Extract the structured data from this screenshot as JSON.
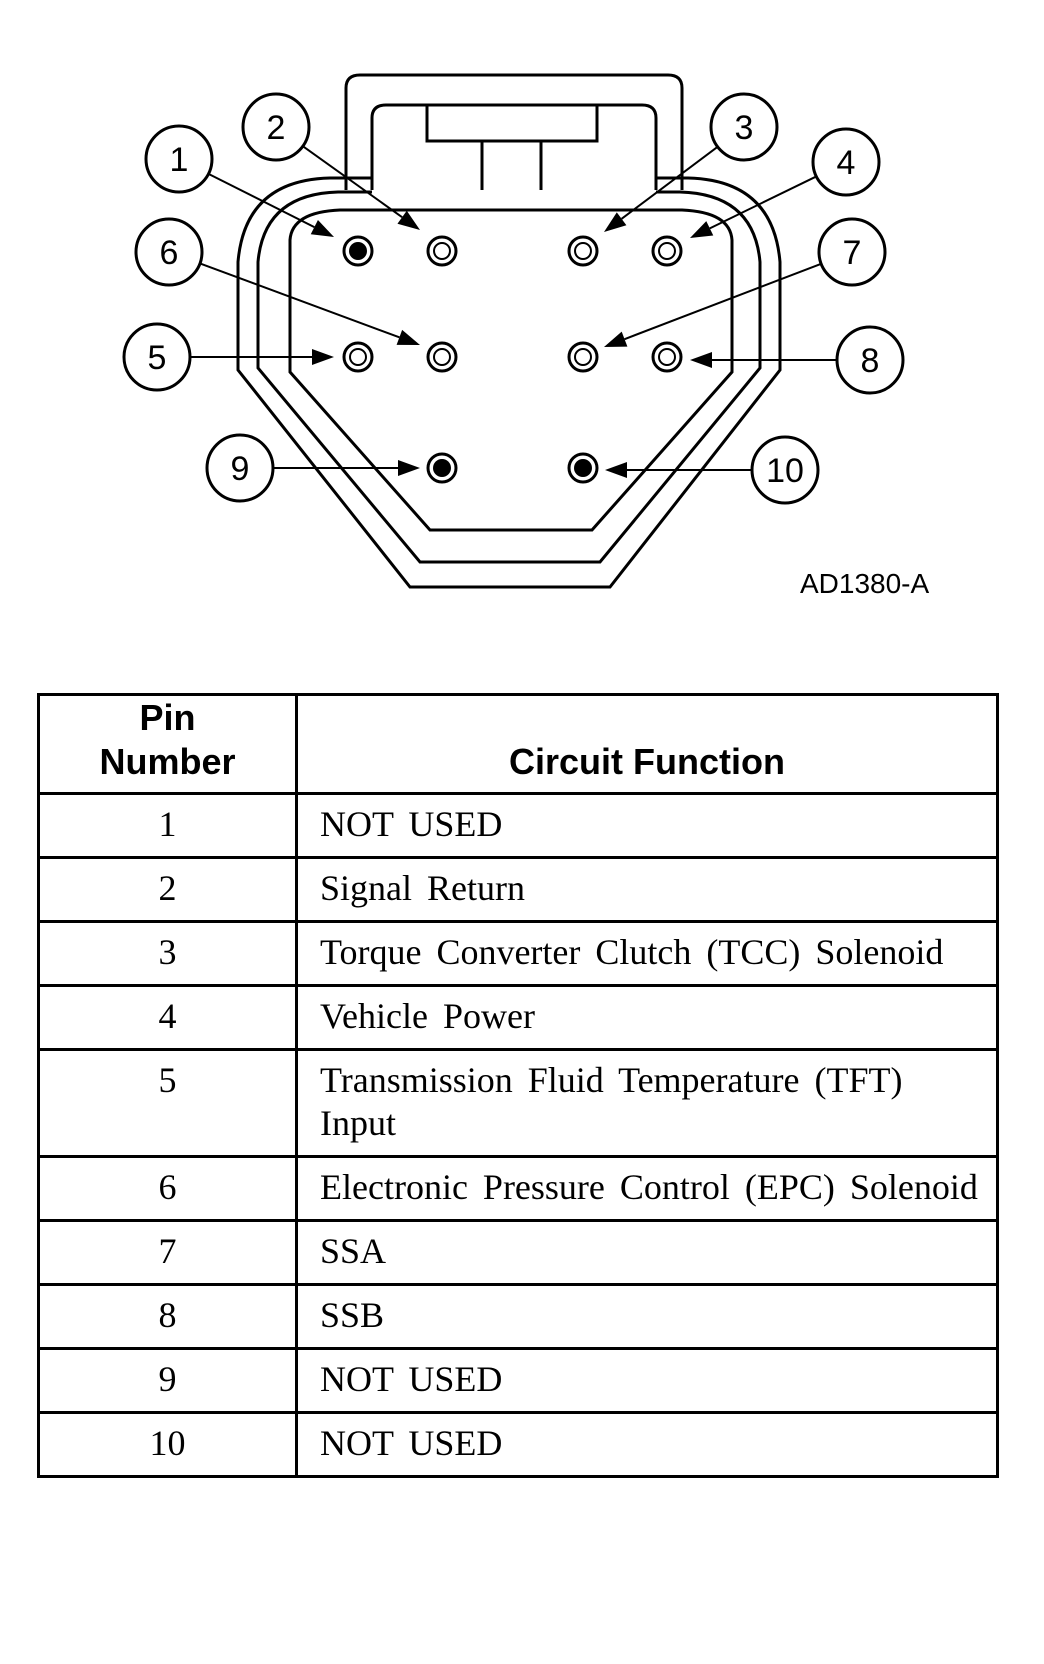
{
  "figure_code": "AD1380-A",
  "pin_labels": [
    "1",
    "2",
    "3",
    "4",
    "5",
    "6",
    "7",
    "8",
    "9",
    "10"
  ],
  "pin_states": [
    "filled",
    "hollow",
    "hollow",
    "hollow",
    "hollow",
    "hollow",
    "hollow",
    "hollow",
    "filled",
    "filled"
  ],
  "table": {
    "header_pin": "Pin Number",
    "header_function": "Circuit Function",
    "rows": [
      {
        "pin": "1",
        "function": "NOT USED"
      },
      {
        "pin": "2",
        "function": "Signal Return"
      },
      {
        "pin": "3",
        "function": "Torque Converter Clutch (TCC) Solenoid"
      },
      {
        "pin": "4",
        "function": "Vehicle Power"
      },
      {
        "pin": "5",
        "function": "Transmission Fluid Temperature (TFT) Input"
      },
      {
        "pin": "6",
        "function": "Electronic Pressure Control (EPC) Solenoid"
      },
      {
        "pin": "7",
        "function": "SSA"
      },
      {
        "pin": "8",
        "function": "SSB"
      },
      {
        "pin": "9",
        "function": "NOT USED"
      },
      {
        "pin": "10",
        "function": "NOT USED"
      }
    ]
  }
}
